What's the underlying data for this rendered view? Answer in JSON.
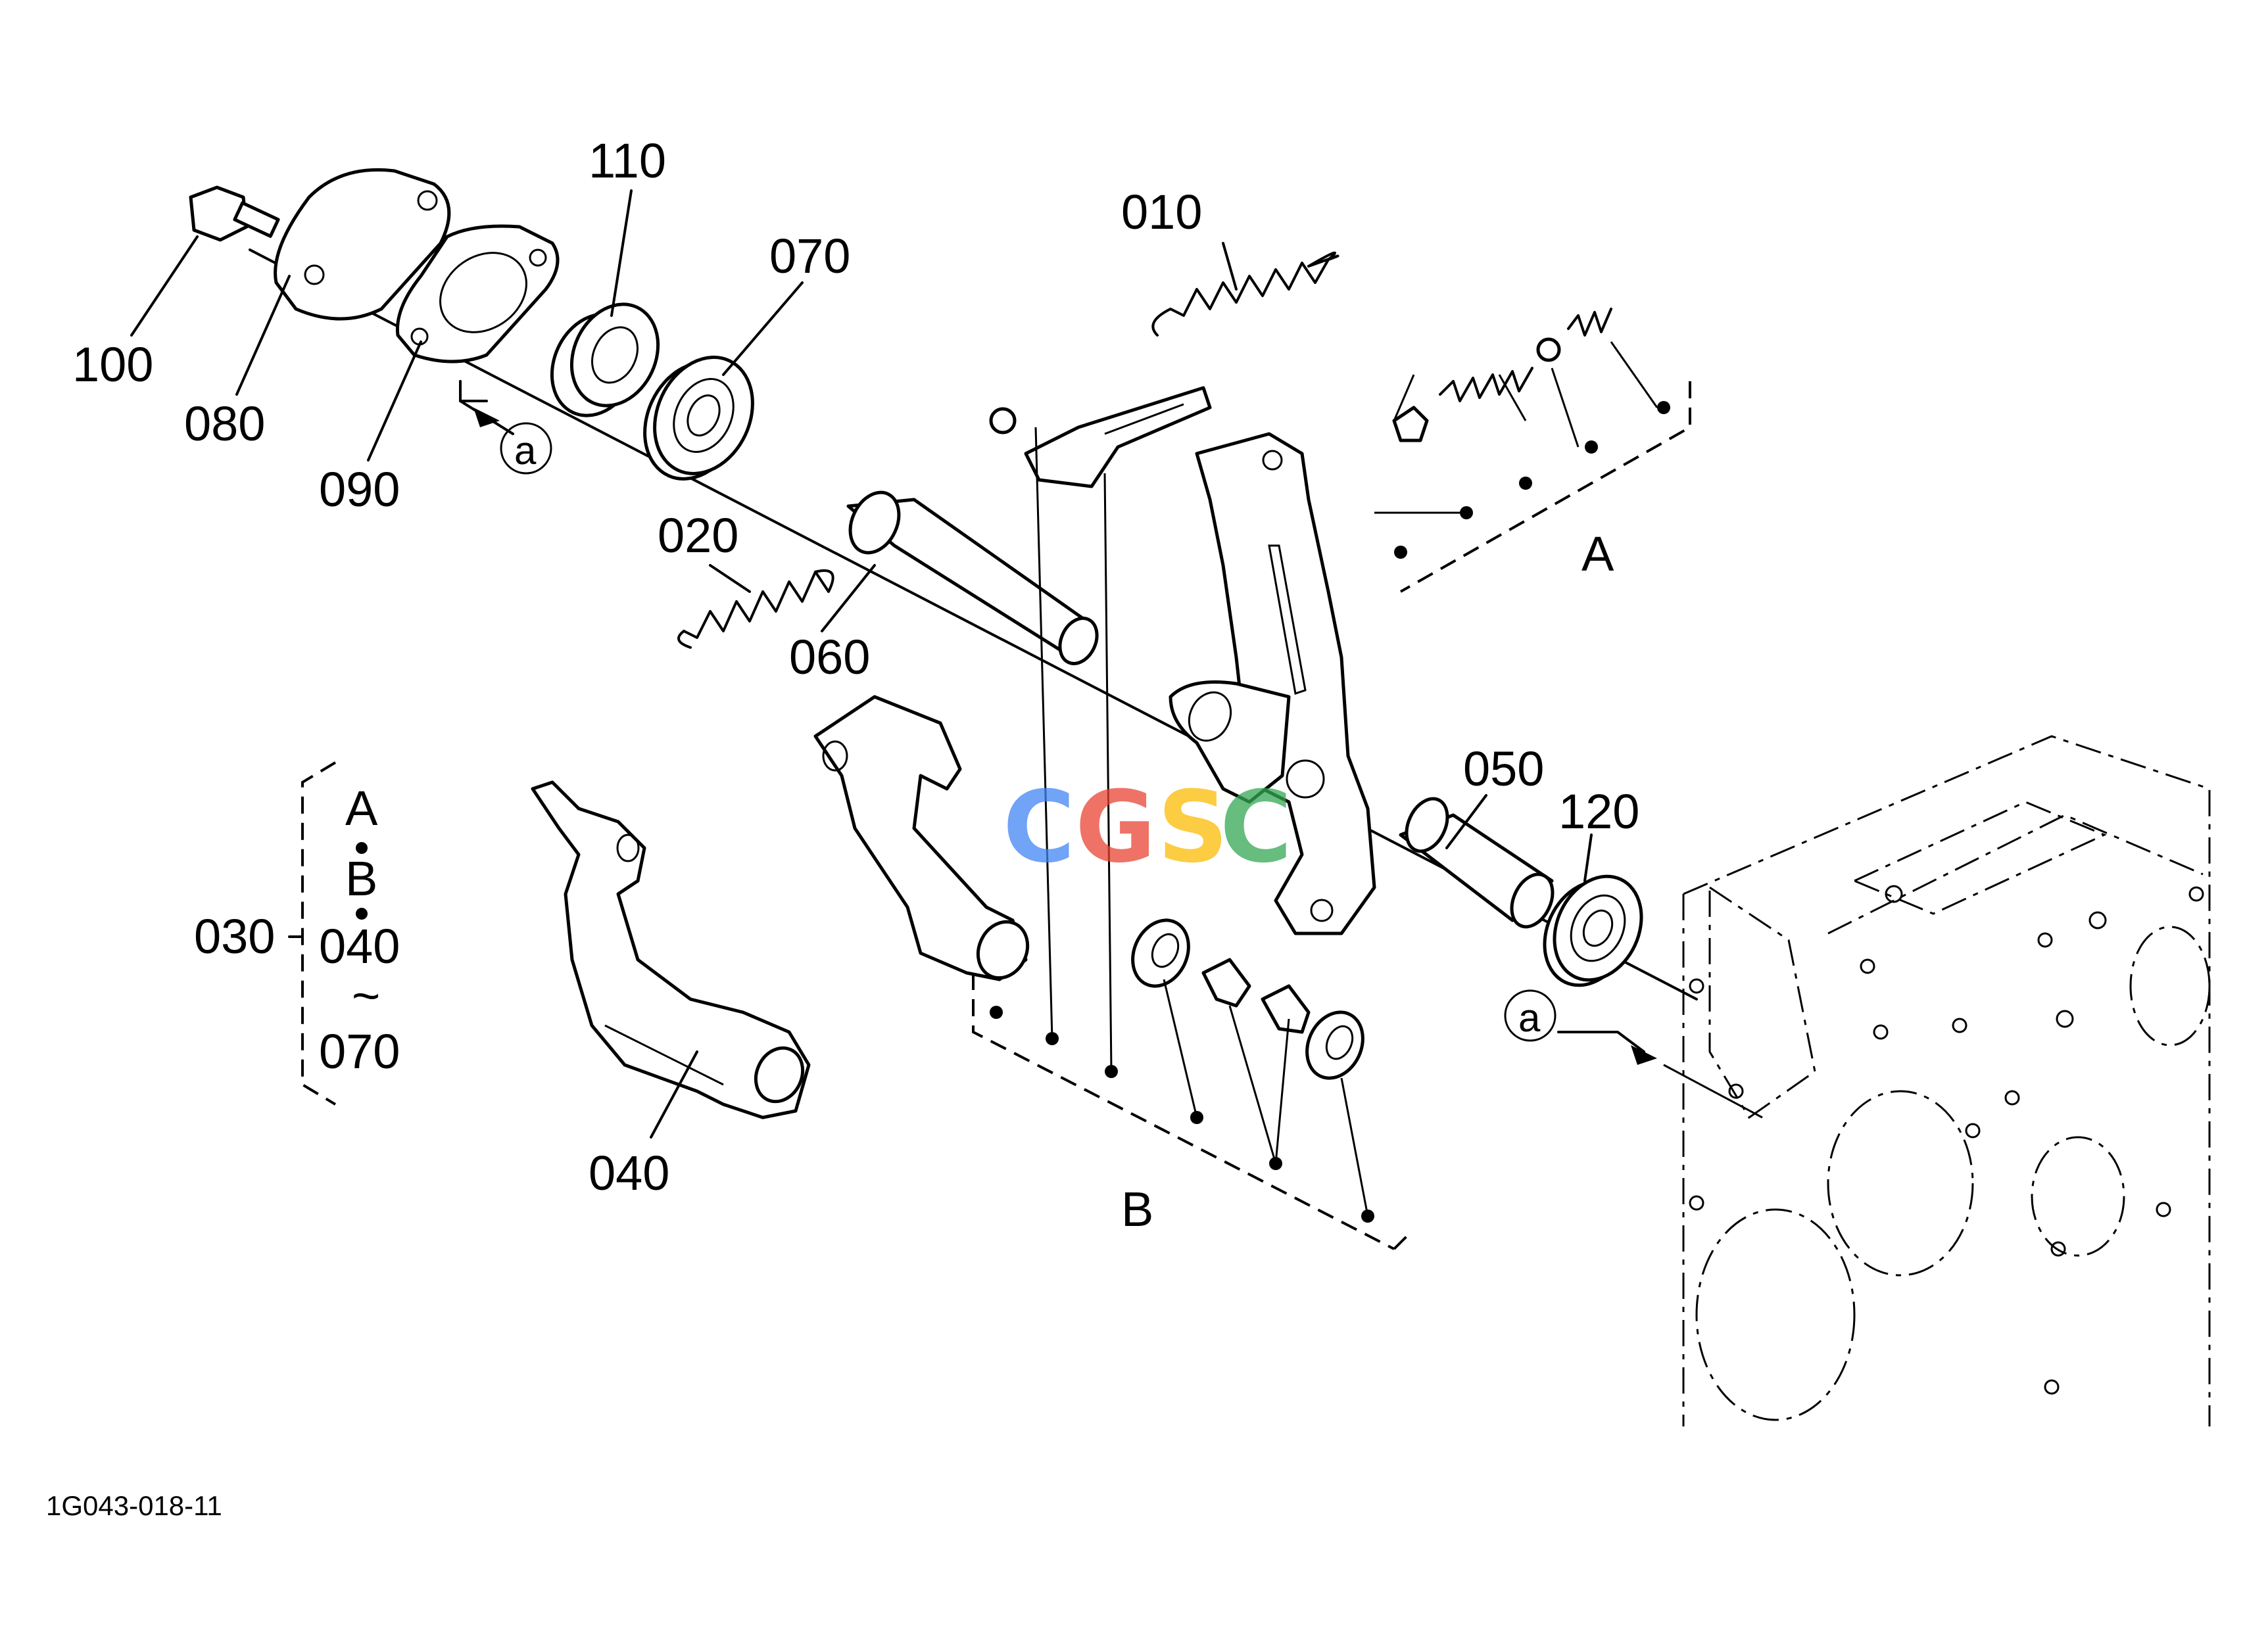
{
  "labels": {
    "p010": "010",
    "p020": "020",
    "p030": "030",
    "p040": "040",
    "p050": "050",
    "p060": "060",
    "p070": "070",
    "p080": "080",
    "p090": "090",
    "p100": "100",
    "p110": "110",
    "p120": "120",
    "p040b": "040"
  },
  "groups": {
    "a": "A",
    "b": "B",
    "ref_a_top": "a",
    "ref_a_right": "a"
  },
  "assembly": {
    "line1": "A",
    "line2": "B",
    "line3": "040",
    "line4": "~",
    "line5": "070"
  },
  "drawing_code": "1G043-018-11",
  "watermark": {
    "c1": "C",
    "g": "G",
    "s": "S",
    "c2": "C",
    "colors": [
      "#4285F4",
      "#EA4335",
      "#FBBC05",
      "#34A853"
    ]
  }
}
